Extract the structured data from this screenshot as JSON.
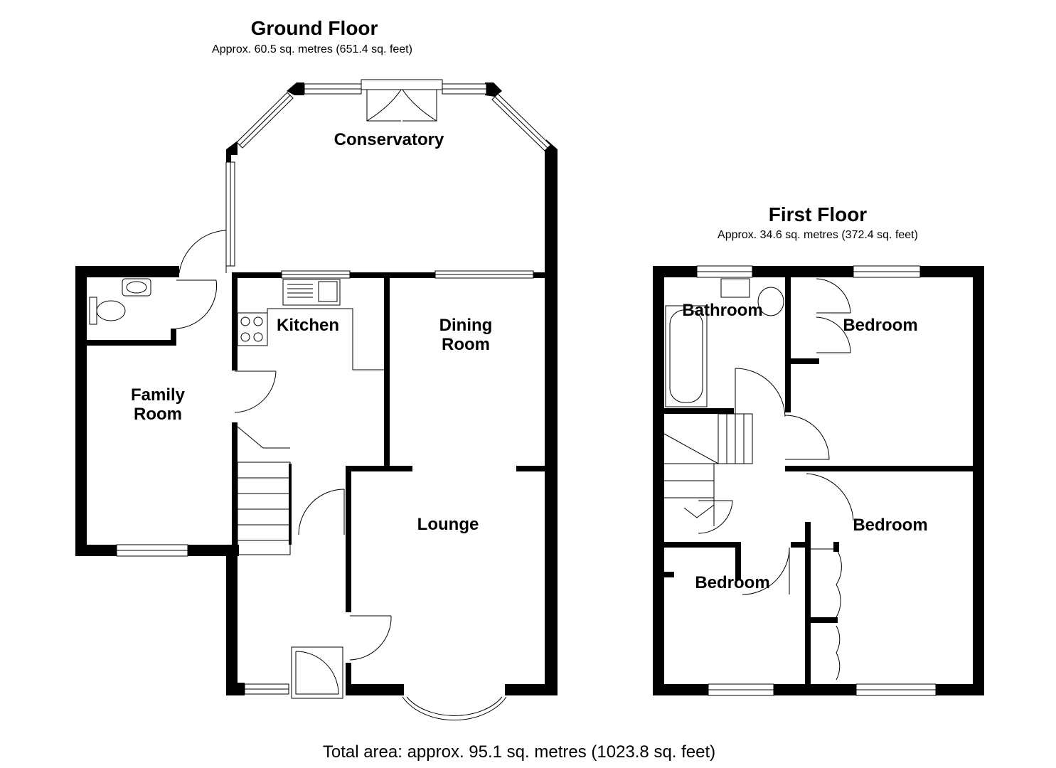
{
  "ground_floor": {
    "title": "Ground Floor",
    "area": "Approx. 60.5 sq. metres (651.4 sq. feet)",
    "rooms": {
      "conservatory": "Conservatory",
      "kitchen": "Kitchen",
      "dining_1": "Dining",
      "dining_2": "Room",
      "family_1": "Family",
      "family_2": "Room",
      "lounge": "Lounge"
    }
  },
  "first_floor": {
    "title": "First Floor",
    "area": "Approx. 34.6 sq. metres (372.4 sq. feet)",
    "rooms": {
      "bathroom": "Bathroom",
      "bedroom_top": "Bedroom",
      "bedroom_right": "Bedroom",
      "bedroom_left": "Bedroom"
    }
  },
  "total_area": "Total area: approx. 95.1 sq. metres (1023.8 sq. feet)"
}
